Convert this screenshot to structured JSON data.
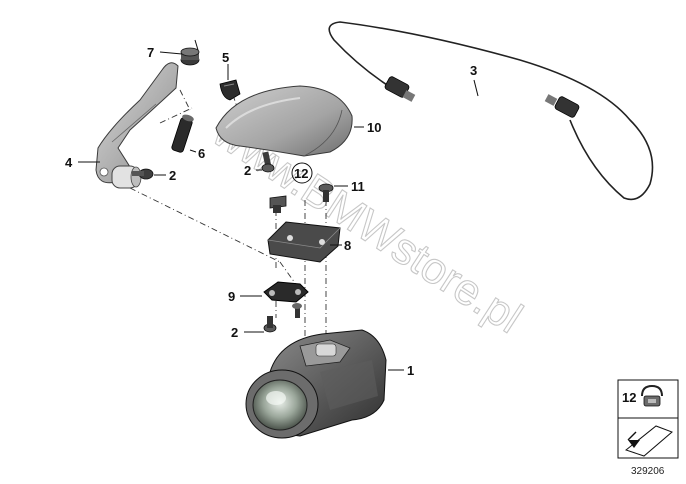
{
  "watermark": "www.BMWstore.pl",
  "callouts": {
    "p1": "1",
    "p2a": "2",
    "p2b": "2",
    "p2c": "2",
    "p3": "3",
    "p4": "4",
    "p5": "5",
    "p6": "6",
    "p7": "7",
    "p8": "8",
    "p9": "9",
    "p10": "10",
    "p11": "11",
    "p12": "12"
  },
  "legend": {
    "item_number": "12",
    "diagram_number": "329206"
  }
}
